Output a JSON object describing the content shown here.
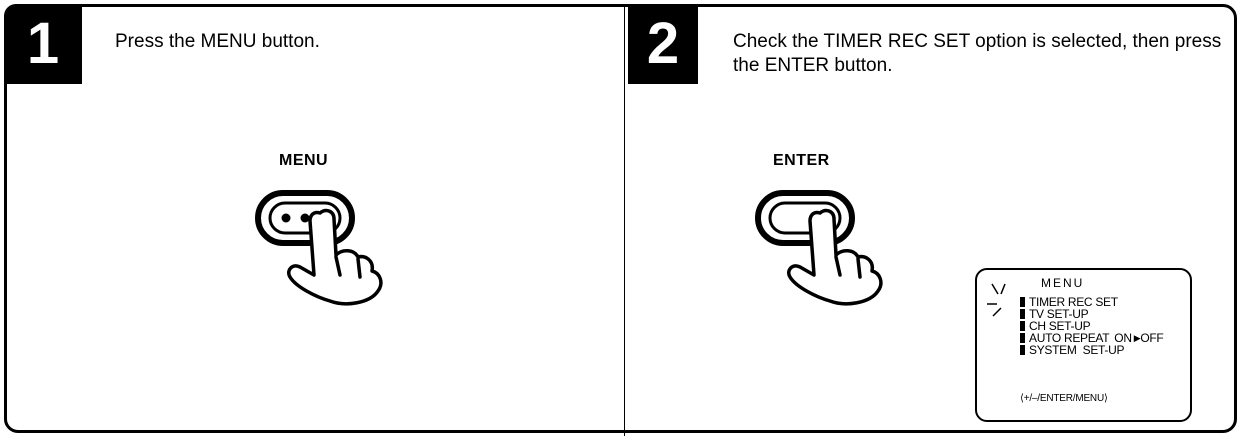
{
  "steps": [
    {
      "number": "1",
      "instruction": "Press the MENU button.",
      "button_label": "MENU"
    },
    {
      "number": "2",
      "instruction": "Check the TIMER REC SET option is selected, then press the ENTER button.",
      "button_label": "ENTER"
    }
  ],
  "osd": {
    "title": "MENU",
    "items": [
      {
        "label": "TIMER REC SET"
      },
      {
        "label": "TV SET-UP"
      },
      {
        "label": "CH SET-UP"
      },
      {
        "label": "AUTO REPEAT",
        "option_on": "ON",
        "arrow": "▶",
        "option_off": "OFF"
      },
      {
        "label": "SYSTEM  SET-UP"
      }
    ],
    "hint": "⟨+/–/ENTER/MENU⟩",
    "selected_index": 0
  }
}
